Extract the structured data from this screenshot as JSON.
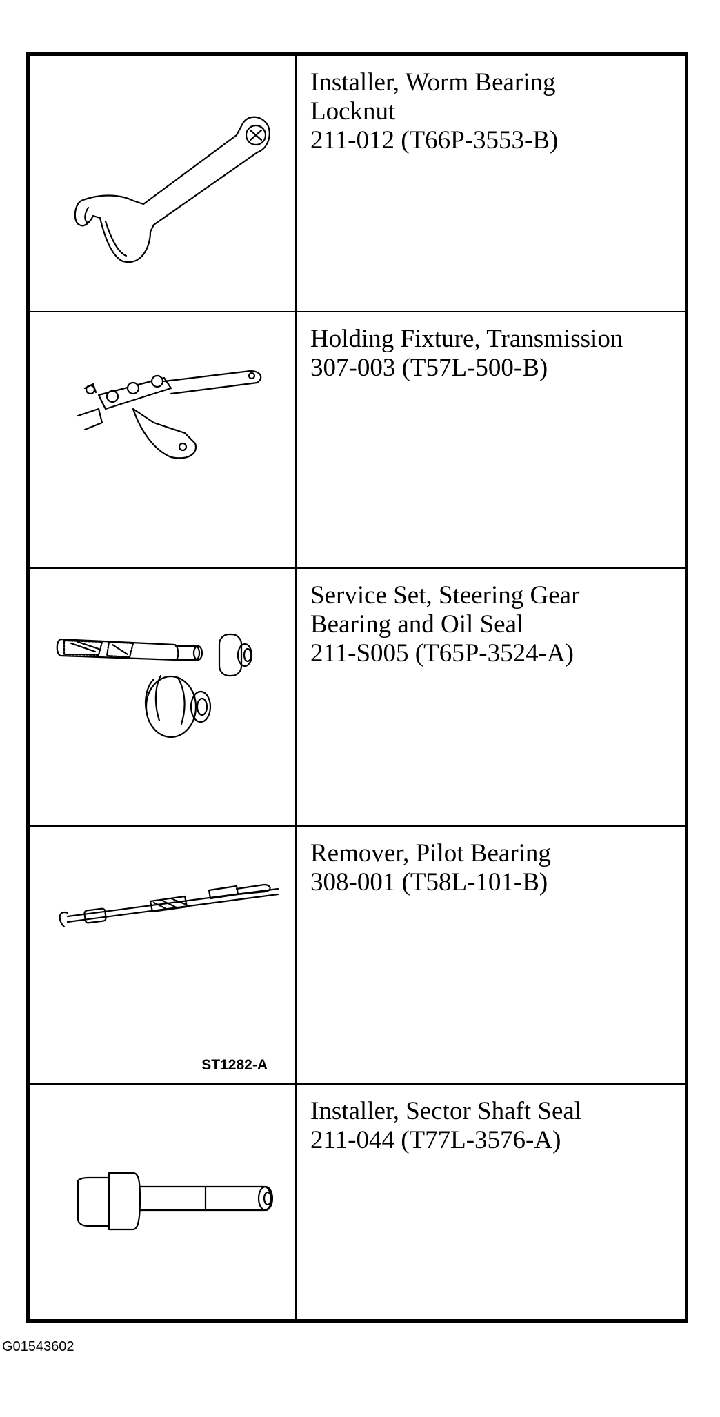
{
  "tools": [
    {
      "lines": [
        "Installer, Worm Bearing",
        "Locknut",
        "211-012 (T66P-3553-B)"
      ],
      "icon": "spanner-wrench-icon",
      "figure_code": ""
    },
    {
      "lines": [
        "Holding Fixture, Transmission",
        "307-003 (T57L-500-B)"
      ],
      "icon": "holding-fixture-icon",
      "figure_code": ""
    },
    {
      "lines": [
        "Service Set, Steering Gear",
        "Bearing and Oil Seal",
        "211-S005 (T65P-3524-A)"
      ],
      "icon": "service-set-icon",
      "figure_code": ""
    },
    {
      "lines": [
        "Remover, Pilot Bearing",
        "308-001 (T58L-101-B)"
      ],
      "icon": "pilot-bearing-remover-icon",
      "figure_code": "ST1282-A"
    },
    {
      "lines": [
        "Installer, Sector Shaft Seal",
        "211-044 (T77L-3576-A)"
      ],
      "icon": "seal-installer-icon",
      "figure_code": ""
    }
  ],
  "doc_id": "G01543602"
}
